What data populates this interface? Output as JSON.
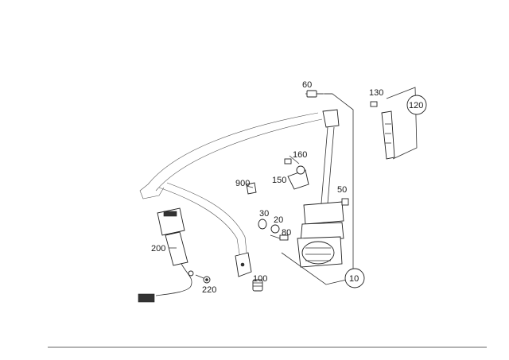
{
  "diagram": {
    "callouts": {
      "c60": "60",
      "c130": "130",
      "c120": "120",
      "c160": "160",
      "c150": "150",
      "c900": "900",
      "c50": "50",
      "c30": "30",
      "c20": "20",
      "c80": "80",
      "c200": "200",
      "c100": "100",
      "c220": "220",
      "c10": "10"
    }
  }
}
